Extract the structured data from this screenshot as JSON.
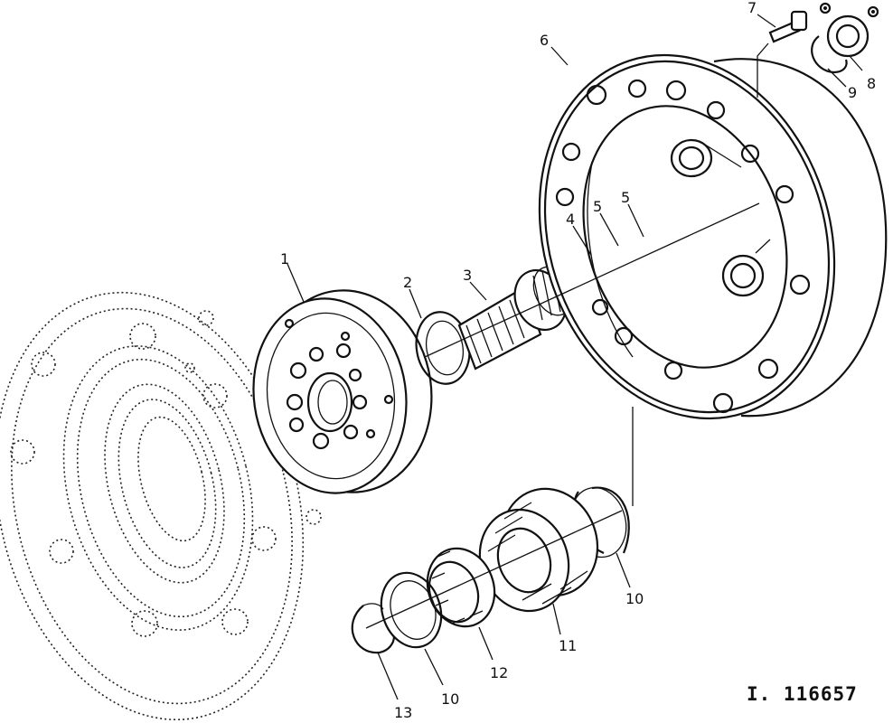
{
  "figure_id": "I. 116657",
  "colors": {
    "ink": "#111111",
    "paper": "#ffffff"
  },
  "callouts": {
    "c1": "1",
    "c2": "2",
    "c3": "3",
    "c4": "4",
    "c5a": "5",
    "c5b": "5",
    "c6": "6",
    "c7": "7",
    "c8": "8",
    "c9": "9",
    "c10a": "10",
    "c10b": "10",
    "c11": "11",
    "c12": "12",
    "c13": "13"
  }
}
